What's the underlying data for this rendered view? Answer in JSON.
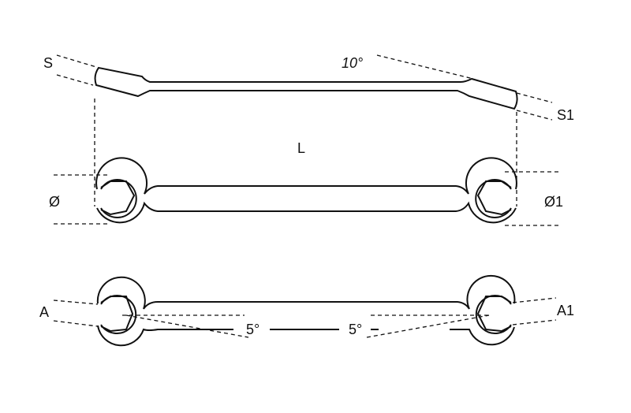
{
  "labels": {
    "s": "S",
    "s1": "S1",
    "angle_top": "10°",
    "length": "L",
    "dia": "Ø",
    "dia1": "Ø1",
    "a": "A",
    "a1": "A1",
    "angle_left": "5°",
    "angle_right": "5°"
  },
  "colors": {
    "line": "#111111",
    "background": "#ffffff"
  }
}
